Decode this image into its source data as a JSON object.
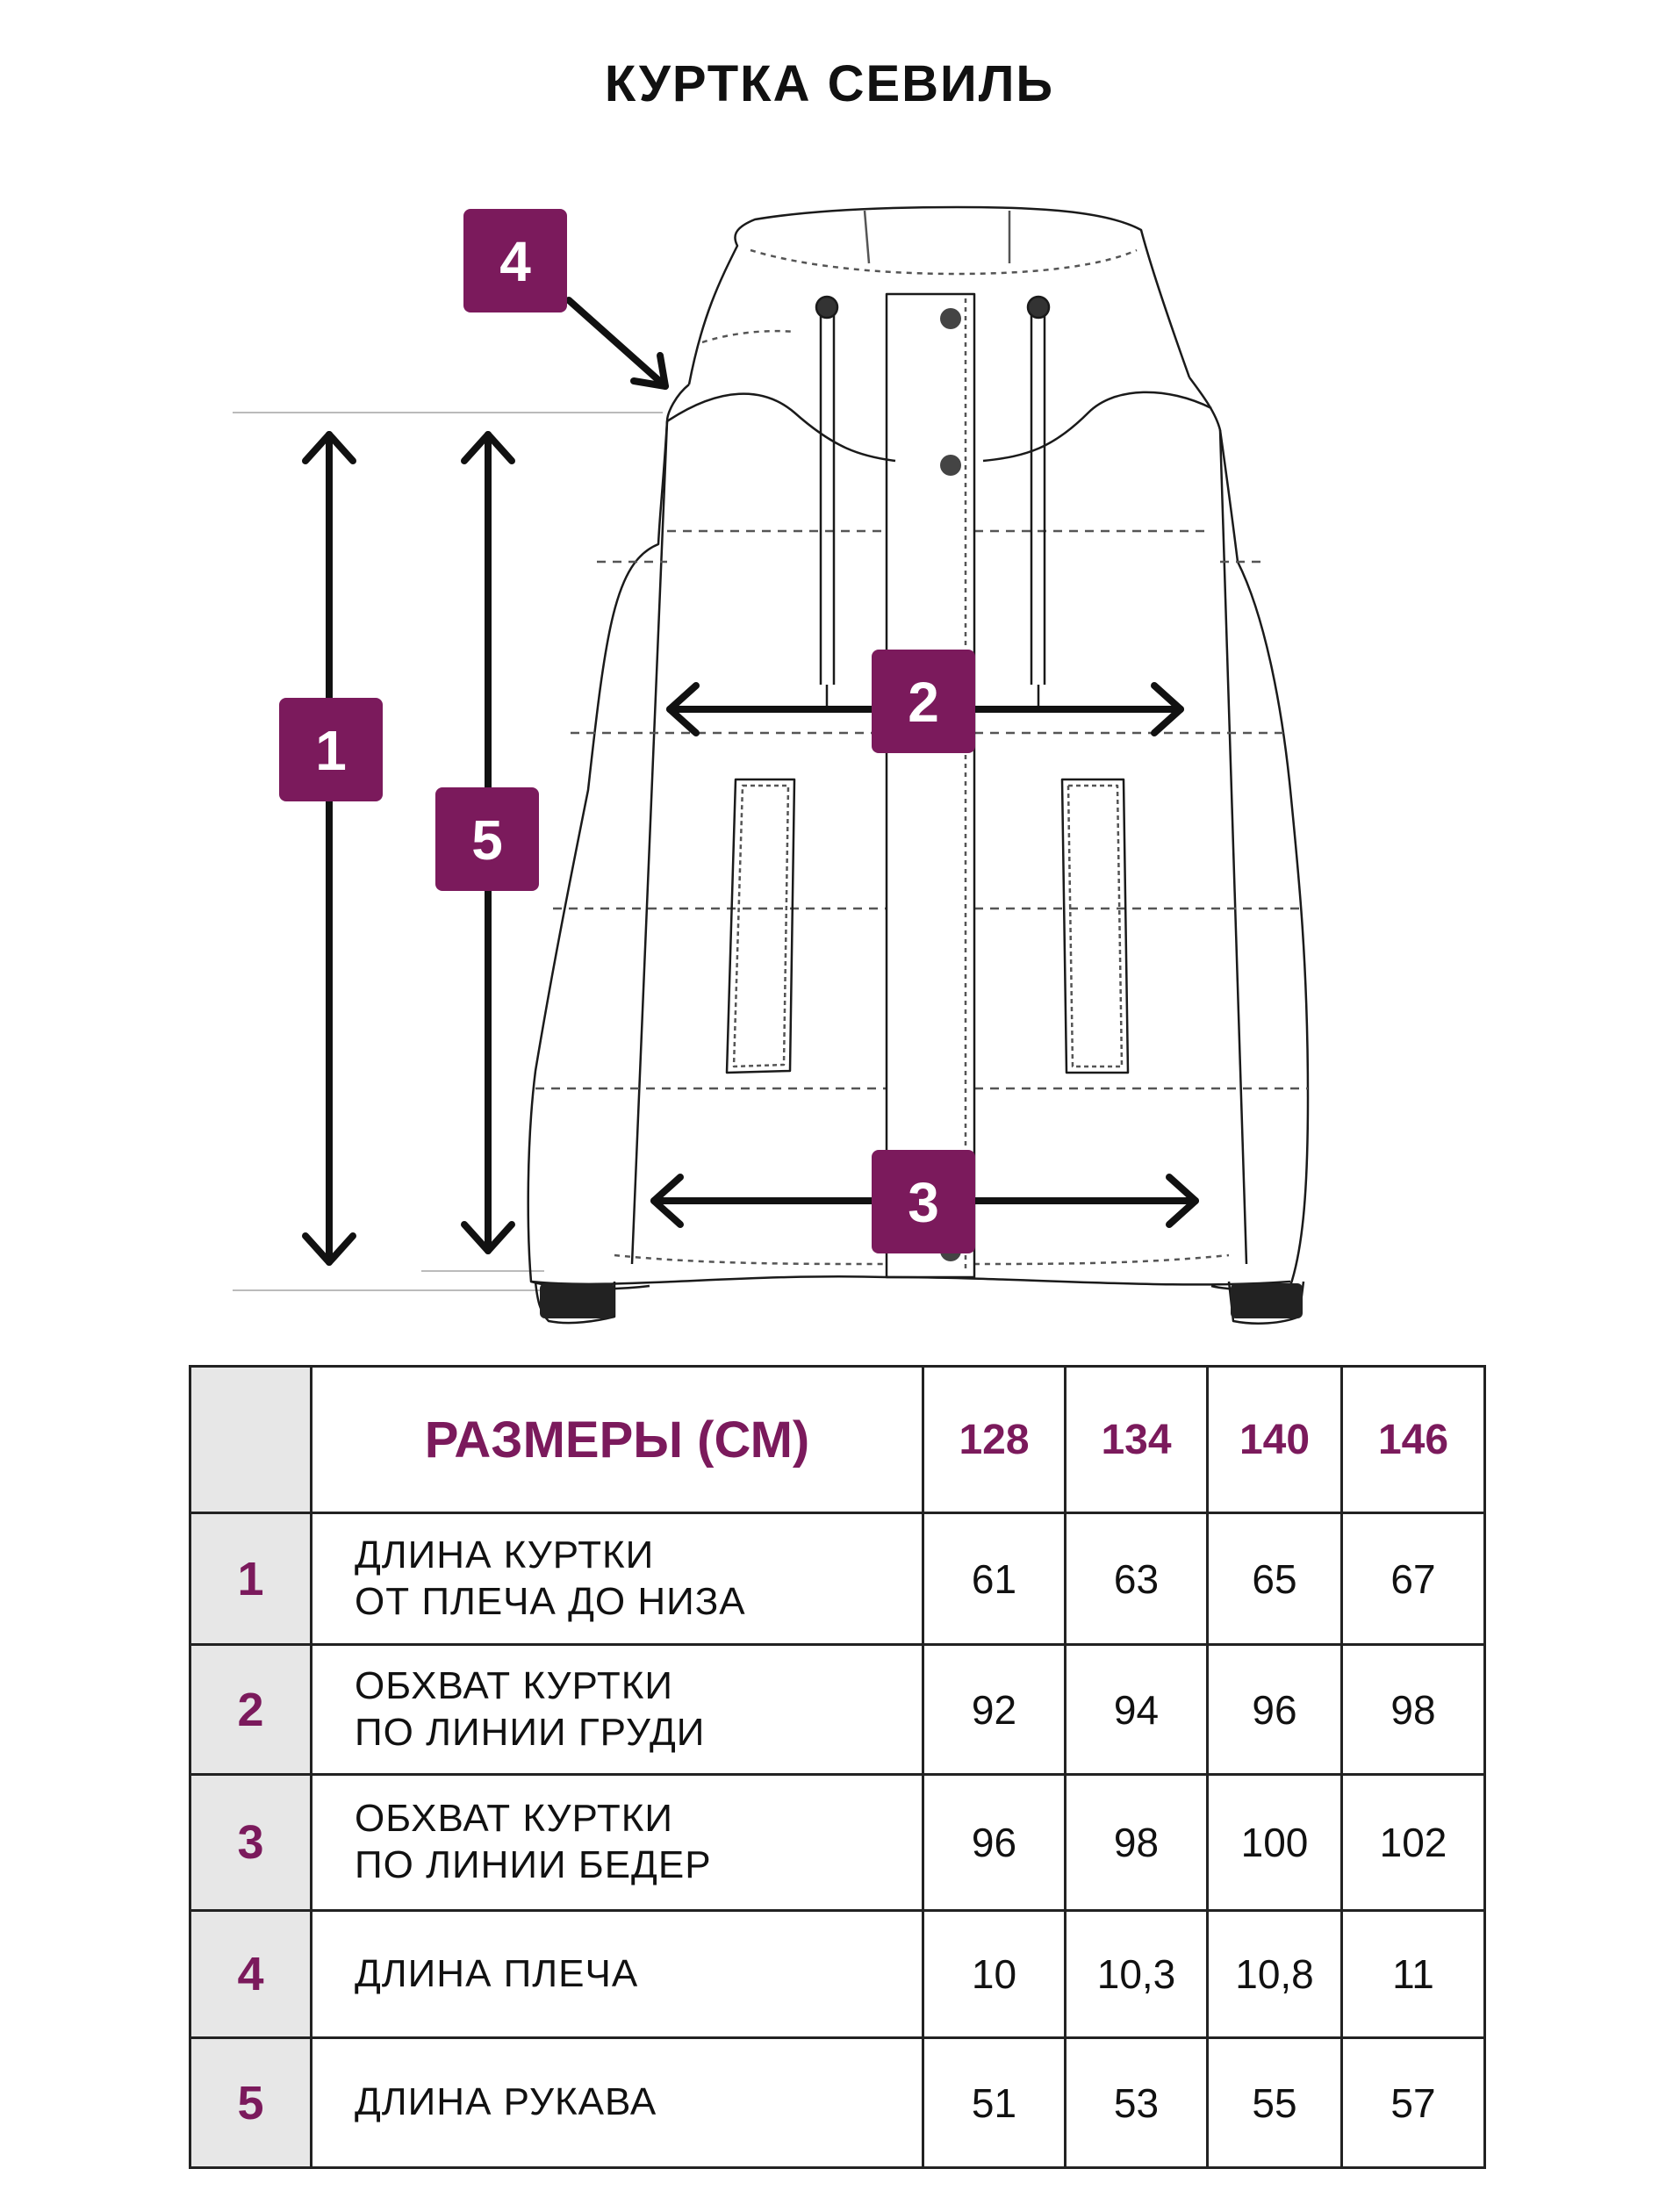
{
  "title": "КУРТКА СЕВИЛЬ",
  "colors": {
    "accent": "#7b1a5c",
    "header_bg": "#e7e7e7",
    "line": "#222222"
  },
  "diagram": {
    "badges": [
      "1",
      "2",
      "3",
      "4",
      "5"
    ]
  },
  "table": {
    "header": {
      "title": "РАЗМЕРЫ (СМ)",
      "sizes": [
        "128",
        "134",
        "140",
        "146"
      ]
    },
    "rows": [
      {
        "num": "1",
        "label": [
          "ДЛИНА КУРТКИ",
          "ОТ ПЛЕЧА ДО НИЗА"
        ],
        "values": [
          "61",
          "63",
          "65",
          "67"
        ]
      },
      {
        "num": "2",
        "label": [
          "ОБХВАТ КУРТКИ",
          "ПО ЛИНИИ ГРУДИ"
        ],
        "values": [
          "92",
          "94",
          "96",
          "98"
        ]
      },
      {
        "num": "3",
        "label": [
          "ОБХВАТ КУРТКИ",
          "ПО ЛИНИИ БЕДЕР"
        ],
        "values": [
          "96",
          "98",
          "100",
          "102"
        ]
      },
      {
        "num": "4",
        "label": [
          "ДЛИНА ПЛЕЧА"
        ],
        "values": [
          "10",
          "10,3",
          "10,8",
          "11"
        ]
      },
      {
        "num": "5",
        "label": [
          "ДЛИНА РУКАВА"
        ],
        "values": [
          "51",
          "53",
          "55",
          "57"
        ]
      }
    ]
  }
}
